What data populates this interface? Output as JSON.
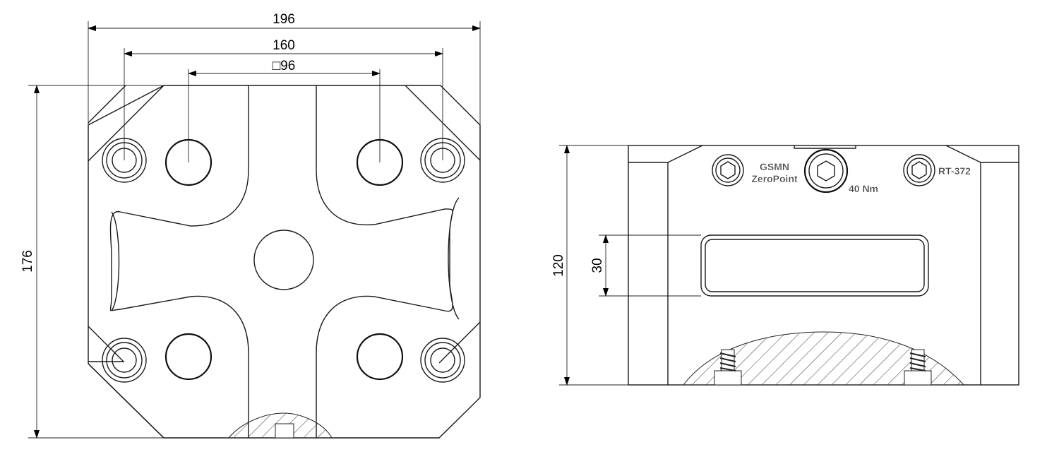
{
  "dimensions": {
    "overall_width": "196",
    "bolt_spacing": "160",
    "pattern_square": "□96",
    "overall_height": "176",
    "side_height": "120",
    "slot_height": "30"
  },
  "engraving": {
    "brand_line1": "GSMN",
    "brand_line2": "ZeroPoint",
    "torque": "40 Nm",
    "model": "RT-372"
  },
  "icons": [
    "hex-socket-icon"
  ]
}
